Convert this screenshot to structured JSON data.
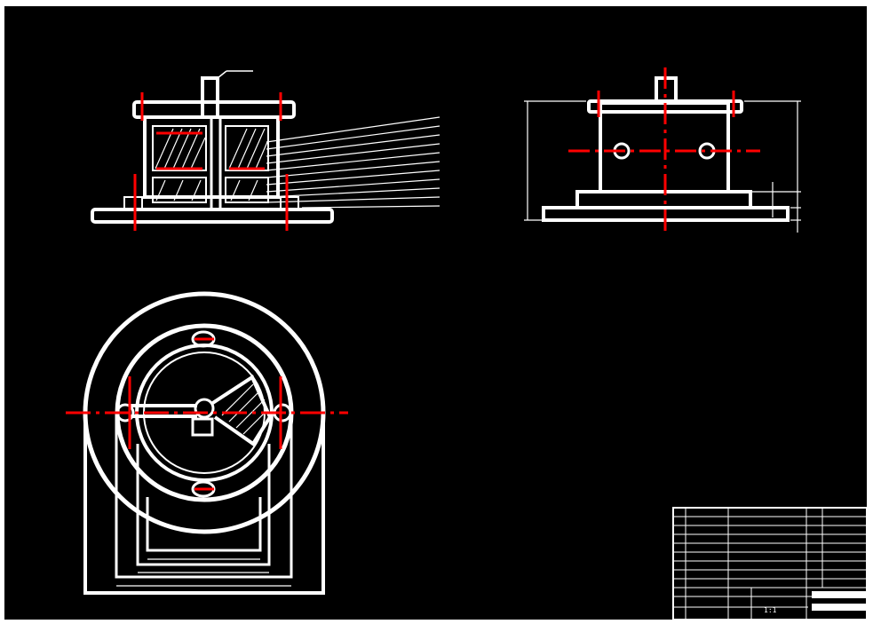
{
  "drawing": {
    "background": "#000000",
    "line_color": "#ffffff",
    "center_line_color": "#ff0000",
    "views": [
      "front-section-view",
      "side-view",
      "top-view"
    ],
    "title_block": {
      "name_line_1": "",
      "name_line_2": "",
      "scale": "1:1"
    }
  }
}
